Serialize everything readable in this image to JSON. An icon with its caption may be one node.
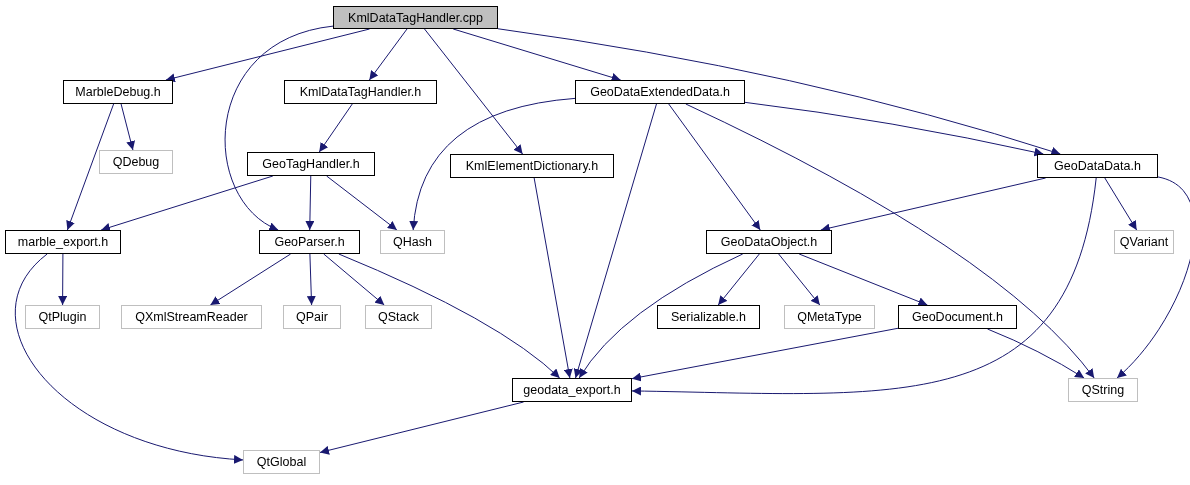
{
  "diagram": {
    "nodes": [
      {
        "text": [
          "KmlDataTagHandler.cpp"
        ]
      },
      {
        "text": [
          "MarbleDebug.h"
        ]
      },
      {
        "text": [
          "KmlDataTagHandler.h"
        ]
      },
      {
        "text": [
          "GeoDataExtendedData.h"
        ]
      },
      {
        "text": [
          "QDebug"
        ]
      },
      {
        "text": [
          "GeoTagHandler.h"
        ]
      },
      {
        "text": [
          "KmlElementDictionary.h"
        ]
      },
      {
        "text": [
          "GeoDataData.h"
        ]
      },
      {
        "text": [
          "marble_export.h"
        ]
      },
      {
        "text": [
          "GeoParser.h"
        ]
      },
      {
        "text": [
          "QHash"
        ]
      },
      {
        "text": [
          "GeoDataObject.h"
        ]
      },
      {
        "text": [
          "QVariant"
        ]
      },
      {
        "text": [
          "QtPlugin"
        ]
      },
      {
        "text": [
          "QXmlStreamReader"
        ]
      },
      {
        "text": [
          "QPair"
        ]
      },
      {
        "text": [
          "QStack"
        ]
      },
      {
        "text": [
          "Serializable.h"
        ]
      },
      {
        "text": [
          "QMetaType"
        ]
      },
      {
        "text": [
          "GeoDocument.h"
        ]
      },
      {
        "text": [
          "geodata_export.h"
        ]
      },
      {
        "text": [
          "QString"
        ]
      },
      {
        "text": [
          "QtGlobal"
        ]
      }
    ],
    "edges": [
      {
        "from": 0,
        "to": 1,
        "arrow": "to"
      },
      {
        "from": 0,
        "to": 9,
        "arrow": "to"
      },
      {
        "from": 0,
        "to": 2,
        "arrow": "to"
      },
      {
        "from": 0,
        "to": 6,
        "arrow": "to"
      },
      {
        "from": 0,
        "to": 3,
        "arrow": "to"
      },
      {
        "from": 0,
        "to": 7,
        "arrow": "to"
      },
      {
        "from": 1,
        "to": 4,
        "arrow": "to"
      },
      {
        "from": 1,
        "to": 8,
        "arrow": "to"
      },
      {
        "from": 2,
        "to": 5,
        "arrow": "to"
      },
      {
        "from": 3,
        "to": 10,
        "arrow": "to"
      },
      {
        "from": 3,
        "to": 20,
        "arrow": "to"
      },
      {
        "from": 3,
        "to": 11,
        "arrow": "to"
      },
      {
        "from": 3,
        "to": 7,
        "arrow": "to"
      },
      {
        "from": 3,
        "to": 21,
        "arrow": "to"
      },
      {
        "from": 5,
        "to": 8,
        "arrow": "to"
      },
      {
        "from": 5,
        "to": 9,
        "arrow": "to"
      },
      {
        "from": 5,
        "to": 10,
        "arrow": "to"
      },
      {
        "from": 6,
        "to": 20,
        "arrow": "to"
      },
      {
        "from": 7,
        "to": 11,
        "arrow": "to"
      },
      {
        "from": 7,
        "to": 12,
        "arrow": "to"
      },
      {
        "from": 7,
        "to": 20,
        "arrow": "to"
      },
      {
        "from": 7,
        "to": 21,
        "arrow": "to"
      },
      {
        "from": 8,
        "to": 13,
        "arrow": "to"
      },
      {
        "from": 8,
        "to": 22,
        "arrow": "to"
      },
      {
        "from": 9,
        "to": 14,
        "arrow": "to"
      },
      {
        "from": 9,
        "to": 15,
        "arrow": "to"
      },
      {
        "from": 9,
        "to": 16,
        "arrow": "to"
      },
      {
        "from": 9,
        "to": 20,
        "arrow": "to"
      },
      {
        "from": 11,
        "to": 17,
        "arrow": "to"
      },
      {
        "from": 11,
        "to": 18,
        "arrow": "to"
      },
      {
        "from": 11,
        "to": 19,
        "arrow": "to"
      },
      {
        "from": 11,
        "to": 20,
        "arrow": "to"
      },
      {
        "from": 19,
        "to": 20,
        "arrow": "to"
      },
      {
        "from": 19,
        "to": 21,
        "arrow": "to"
      },
      {
        "from": 20,
        "to": 22,
        "arrow": "to"
      }
    ]
  }
}
